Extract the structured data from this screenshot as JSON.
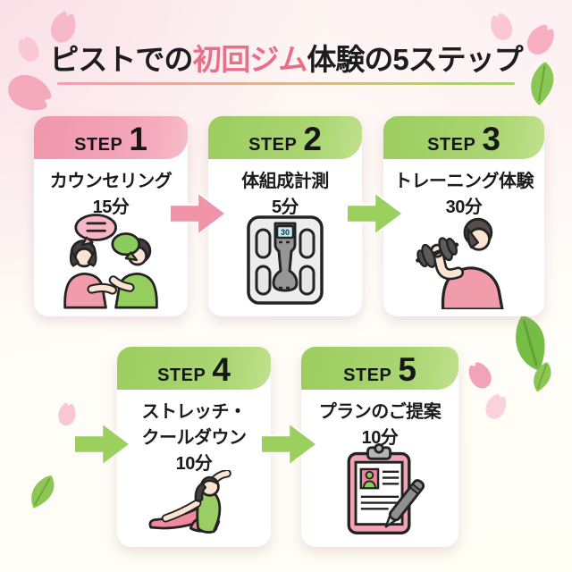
{
  "title": {
    "pre": "ピストでの",
    "highlight": "初回ジム",
    "post": "体験の5ステップ"
  },
  "steps": [
    {
      "label": "STEP",
      "number": "1",
      "name": "カウンセリング",
      "duration": "15分",
      "accent": "pink",
      "icon": "counseling-illustration"
    },
    {
      "label": "STEP",
      "number": "2",
      "name": "体組成計測",
      "duration": "5分",
      "accent": "green",
      "icon": "body-composition-scale-illustration"
    },
    {
      "label": "STEP",
      "number": "3",
      "name": "トレーニング体験",
      "duration": "30分",
      "accent": "green",
      "icon": "dumbbell-training-illustration"
    },
    {
      "label": "STEP",
      "number": "4",
      "name": "ストレッチ・",
      "name2": "クールダウン",
      "duration": "10分",
      "accent": "green",
      "icon": "stretching-illustration"
    },
    {
      "label": "STEP",
      "number": "5",
      "name": "プランのご提案",
      "duration": "10分",
      "accent": "green",
      "icon": "plan-clipboard-illustration"
    }
  ],
  "scale": {
    "display": "30"
  },
  "arrows": [
    {
      "from": "step-1",
      "to": "step-2",
      "color": "#ef93a8"
    },
    {
      "from": "step-2",
      "to": "step-3",
      "color": "#9bd05f"
    },
    {
      "from": "edge",
      "to": "step-4",
      "color": "#9bd05f"
    },
    {
      "from": "step-4",
      "to": "step-5",
      "color": "#9bd05f"
    }
  ],
  "colors": {
    "title_highlight": "#e76f8a",
    "pink_tab": "#f2a0b5",
    "green_tab": "#a6d36e",
    "underline_gradient": [
      "#f0a0b4",
      "#a6d36e"
    ],
    "petal": "#f5b3c5",
    "leaf": "#8cc755",
    "card_bg": "#ffffff",
    "background_top": "#fdf0f2",
    "background_bottom": "#fffdf4"
  }
}
